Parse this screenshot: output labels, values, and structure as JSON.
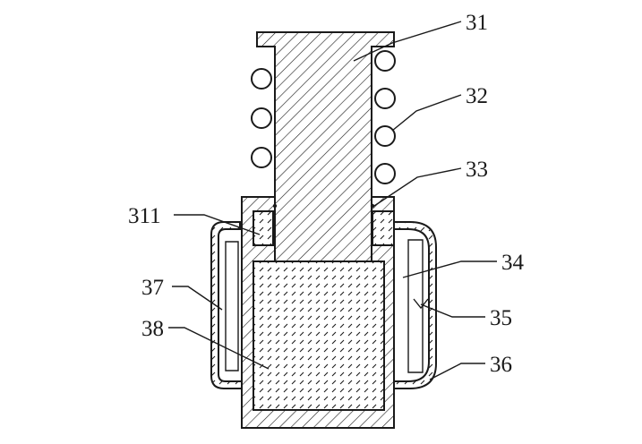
{
  "labels": {
    "l31": "31",
    "l32": "32",
    "l33": "33",
    "l311": "311",
    "l34": "34",
    "l37": "37",
    "l35": "35",
    "l38": "38",
    "l36": "36"
  },
  "colors": {
    "ink": "#1a1a1a",
    "paper": "#ffffff"
  }
}
